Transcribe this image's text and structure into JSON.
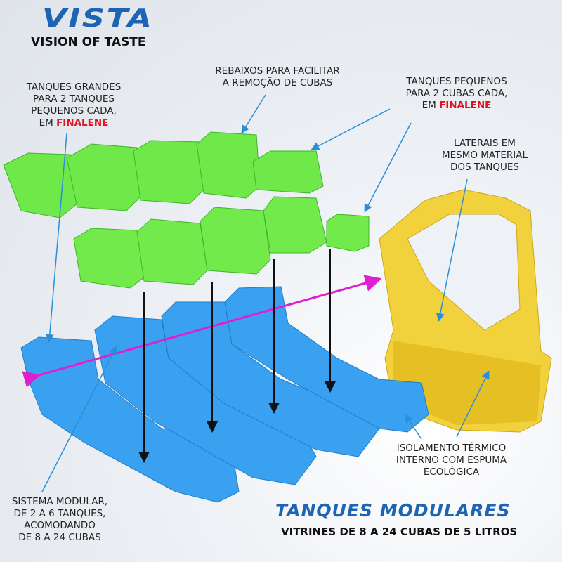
{
  "brand": {
    "logo": "VISTA",
    "tagline": "VISION OF TASTE"
  },
  "labels": {
    "large_tanks": {
      "lines": [
        "TANQUES GRANDES",
        "PARA 2 TANQUES",
        "PEQUENOS CADA,"
      ],
      "prefix": "EM ",
      "highlight": "FINALENE"
    },
    "recesses": {
      "lines": [
        "REBAIXOS PARA FACILITAR",
        "A REMOÇÃO DE CUBAS"
      ]
    },
    "small_tanks": {
      "lines": [
        "TANQUES PEQUENOS",
        "PARA 2 CUBAS CADA,"
      ],
      "prefix": "EM ",
      "highlight": "FINALENE"
    },
    "sides": {
      "lines": [
        "LATERAIS EM",
        "MESMO MATERIAL",
        "DOS TANQUES"
      ]
    },
    "insulation": {
      "lines": [
        "ISOLAMENTO TÉRMICO",
        "INTERNO COM ESPUMA",
        "ECOLÓGICA"
      ]
    },
    "modular": {
      "lines": [
        "SISTEMA MODULAR,",
        "DE 2 A 6 TANQUES,",
        "ACOMODANDO",
        "DE 8 A 24 CUBAS"
      ]
    }
  },
  "footer": {
    "title": "TANQUES MODULARES",
    "subtitle": "VITRINES DE 8 A 24 CUBAS DE 5 LITROS"
  },
  "colors": {
    "brand_blue": "#1e64b4",
    "highlight_red": "#e01020",
    "green_tank": "#6fe84a",
    "blue_tank": "#3aa0f0",
    "yellow_panel": "#f2d23c",
    "magenta_arrow": "#e020d0"
  }
}
